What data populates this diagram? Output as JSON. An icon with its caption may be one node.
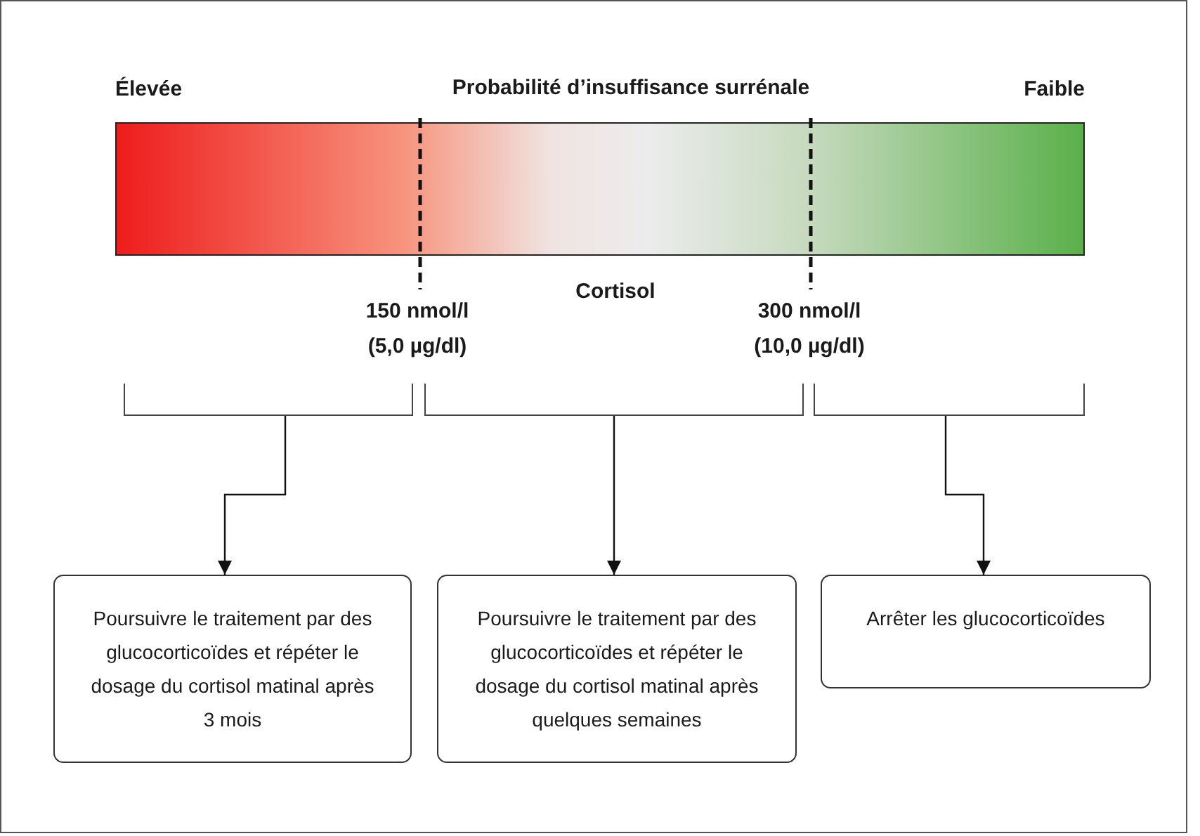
{
  "diagram": {
    "nodes": [
      {
        "text": [],
        "shape": "bracket"
      },
      {
        "text": [],
        "shape": "bracket"
      },
      {
        "text": [],
        "shape": "bracket"
      },
      {
        "text": [
          "Poursuivre le traitement par des glucocorticoïdes et répéter le dosage du cortisol matinal après 3 mois"
        ]
      },
      {
        "text": [
          "Poursuivre le traitement par des glucocorticoïdes et répéter le dosage du cortisol matinal après quelques semaines"
        ]
      },
      {
        "text": [
          "Arrêter les glucocorticoïdes"
        ]
      }
    ],
    "edges": [
      {
        "from": 0,
        "to": 3,
        "arrow": "to"
      },
      {
        "from": 1,
        "to": 4,
        "arrow": "to"
      },
      {
        "from": 2,
        "to": 5,
        "arrow": "to"
      }
    ],
    "labels": [
      "Élevée",
      "Probabilité d’insuffisance surrénale",
      "Faible",
      "Cortisol",
      "150 nmol/l",
      "(5,0 µg/dl)",
      "300 nmol/l",
      "(10,0 µg/dl)"
    ]
  }
}
